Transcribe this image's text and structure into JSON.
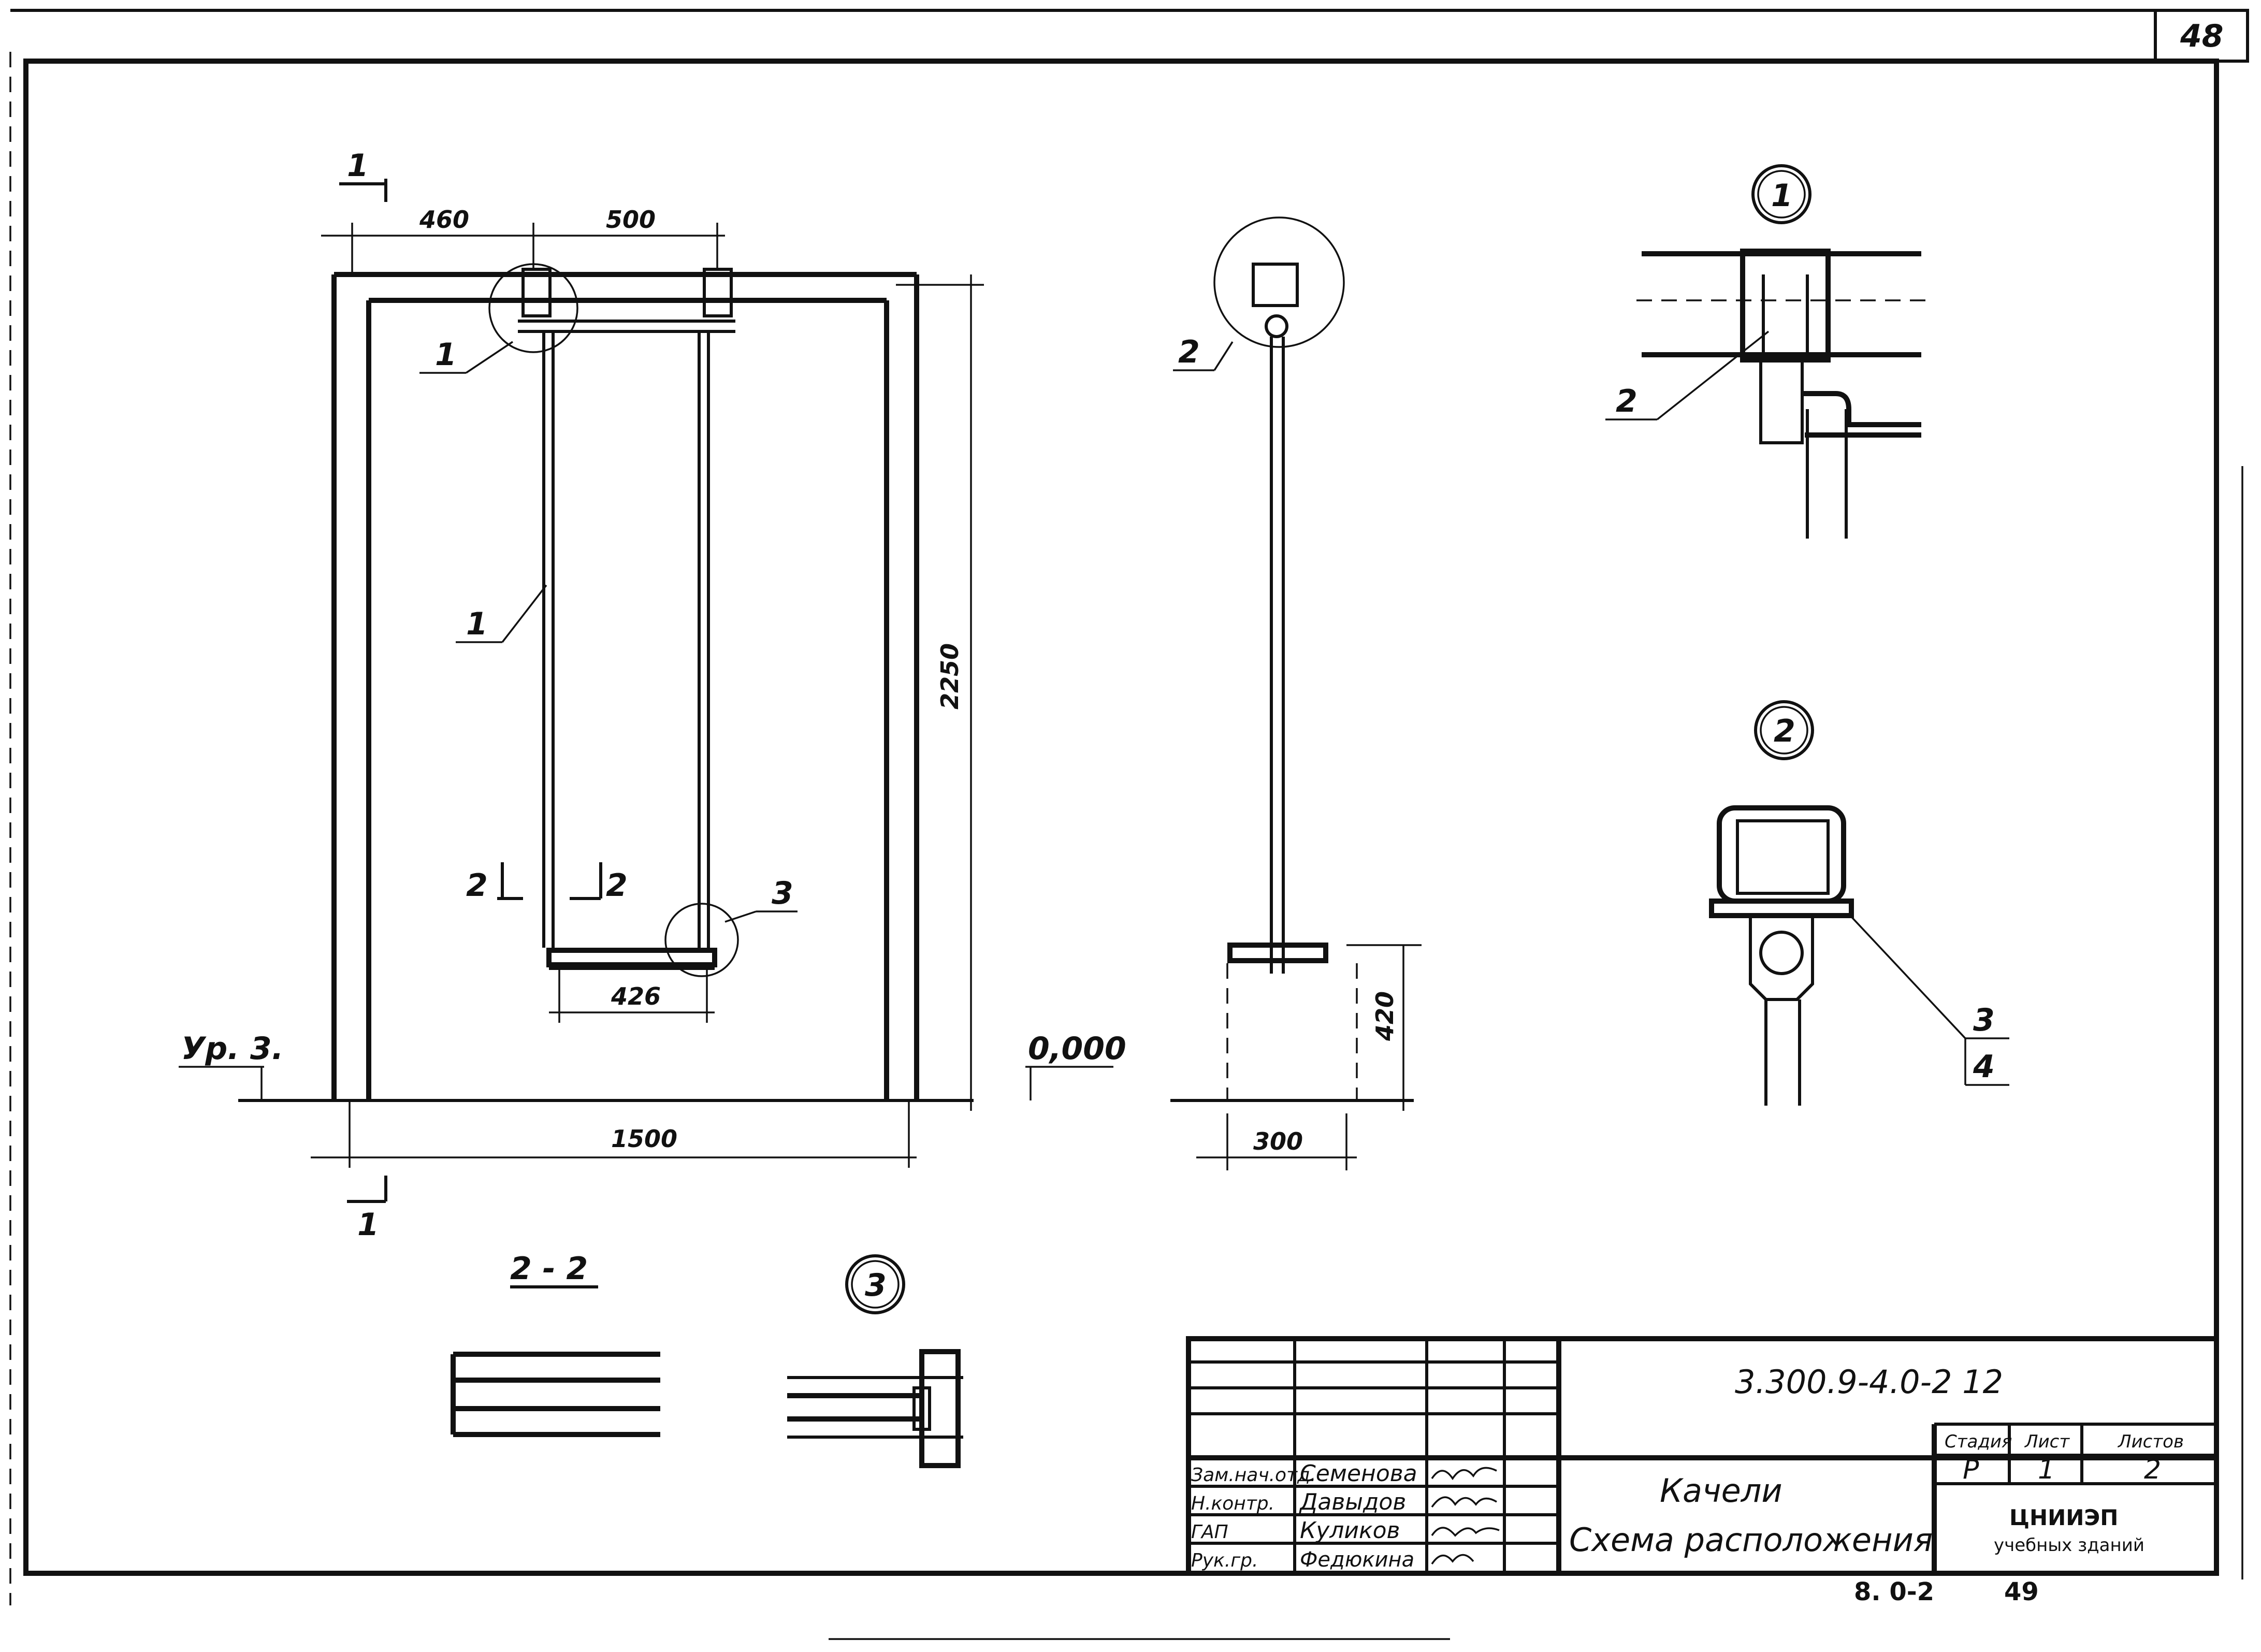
{
  "sheet": {
    "page_number": "48",
    "bottom_note_left": "8. 0-2",
    "bottom_note_right": "49"
  },
  "front_view": {
    "section_mark": "1",
    "dims": {
      "left_offset": "460",
      "top_span": "500",
      "height": "2250",
      "seat_width": "426",
      "base_width": "1500"
    },
    "labels": {
      "callout_1_top": "1",
      "callout_1_rod": "1",
      "section_2_left": "2",
      "section_2_right": "2",
      "callout_3": "3",
      "level_left": "Ур. 3.",
      "level_right": "0,000"
    }
  },
  "side_view": {
    "callout": "2",
    "dims": {
      "seat_height": "420",
      "seat_depth": "300"
    }
  },
  "details": {
    "detail_1": {
      "mark": "1",
      "callout": "2"
    },
    "detail_2": {
      "mark": "2",
      "callout_top": "3",
      "callout_bottom": "4"
    },
    "section_2_2": {
      "mark": "2 - 2"
    },
    "detail_3": {
      "mark": "3"
    }
  },
  "title_block": {
    "code": "3.300.9-4.0-2 12",
    "title_line1": "Качели",
    "title_line2": "Схема расположения",
    "stage_header": "Стадия",
    "sheet_header": "Лист",
    "sheets_header": "Листов",
    "stage": "Р",
    "sheet": "1",
    "sheets": "2",
    "org_line1": "ЦНИИЭП",
    "org_line2": "учебных зданий",
    "rows": [
      {
        "role": "Зам.нач.отд.",
        "name": "Семенова"
      },
      {
        "role": "Н.контр.",
        "name": "Давыдов"
      },
      {
        "role": "ГАП",
        "name": "Куликов"
      },
      {
        "role": "Рук.гр.",
        "name": "Федюкина"
      }
    ]
  }
}
